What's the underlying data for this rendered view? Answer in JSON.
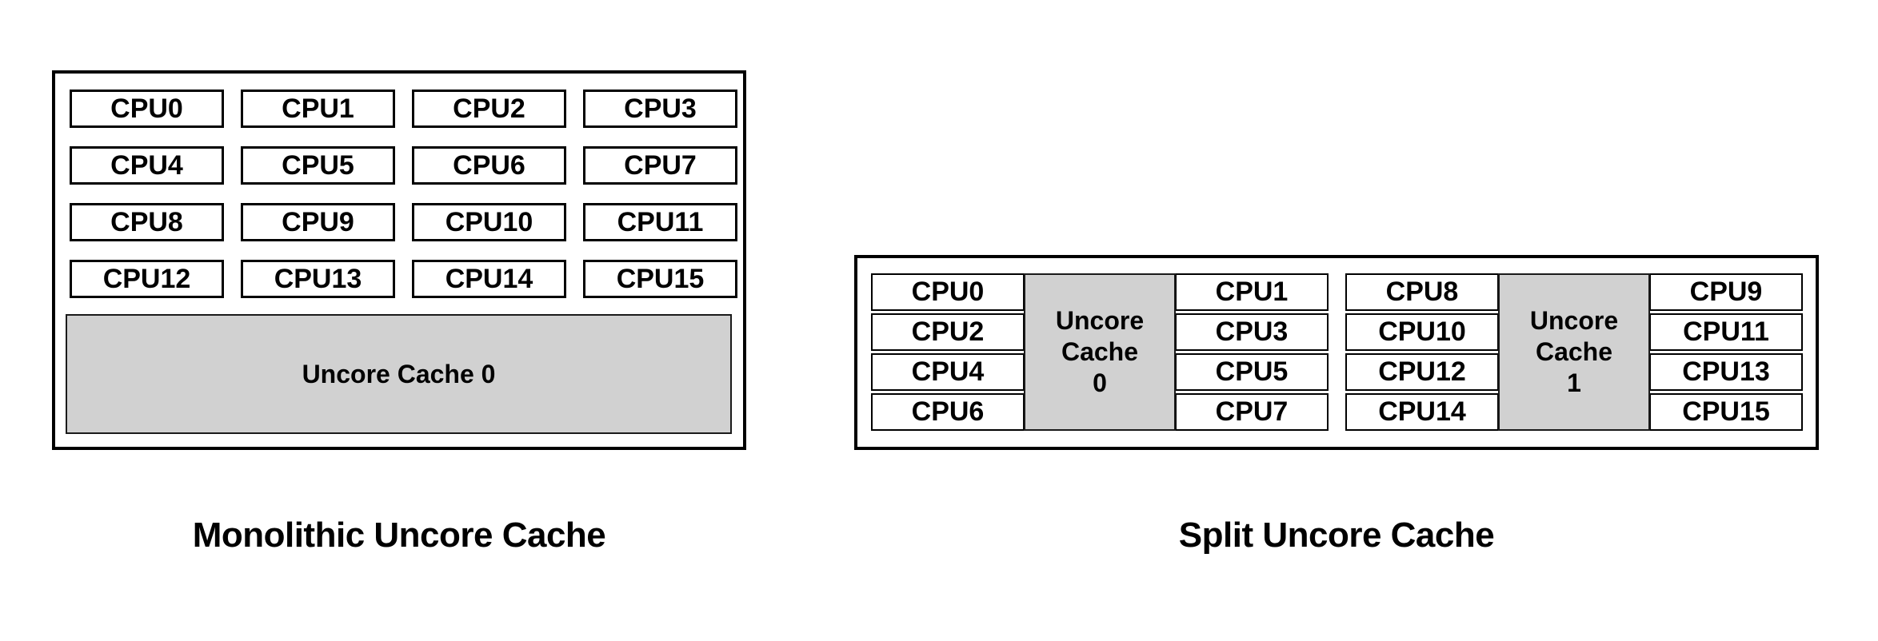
{
  "colors": {
    "cache_fill": "#d1d1d1",
    "box_border": "#000000",
    "canvas_bg": "#ffffff"
  },
  "monolithic": {
    "caption": "Monolithic Uncore Cache",
    "cache_label": "Uncore Cache 0",
    "cpus": [
      "CPU0",
      "CPU1",
      "CPU2",
      "CPU3",
      "CPU4",
      "CPU5",
      "CPU6",
      "CPU7",
      "CPU8",
      "CPU9",
      "CPU10",
      "CPU11",
      "CPU12",
      "CPU13",
      "CPU14",
      "CPU15"
    ]
  },
  "split": {
    "caption": "Split Uncore Cache",
    "clusters": [
      {
        "left_cpus": [
          "CPU0",
          "CPU2",
          "CPU4",
          "CPU6"
        ],
        "cache_lines": [
          "Uncore",
          "Cache",
          "0"
        ],
        "right_cpus": [
          "CPU1",
          "CPU3",
          "CPU5",
          "CPU7"
        ]
      },
      {
        "left_cpus": [
          "CPU8",
          "CPU10",
          "CPU12",
          "CPU14"
        ],
        "cache_lines": [
          "Uncore",
          "Cache",
          "1"
        ],
        "right_cpus": [
          "CPU9",
          "CPU11",
          "CPU13",
          "CPU15"
        ]
      }
    ]
  }
}
